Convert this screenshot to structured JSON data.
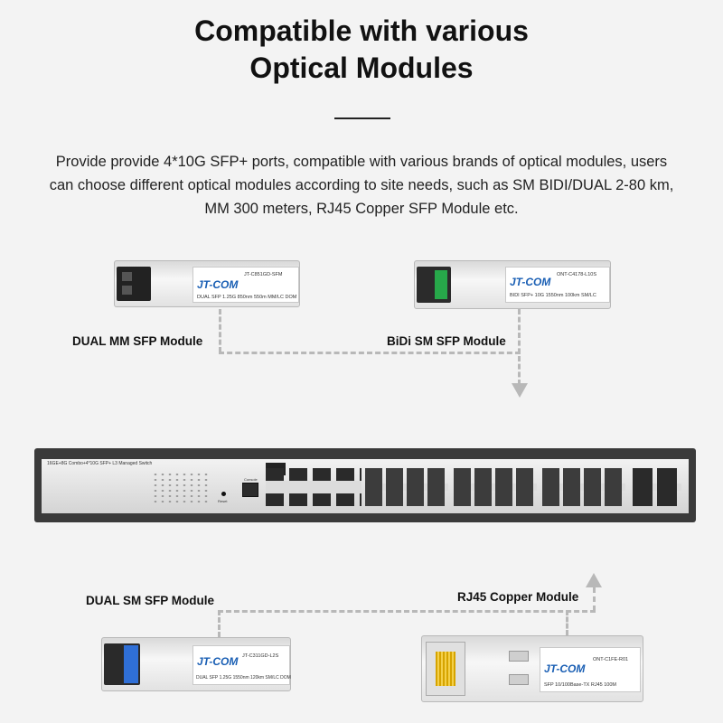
{
  "heading": {
    "line1": "Compatible with various",
    "line2": "Optical Modules"
  },
  "description": "Provide provide 4*10G SFP+ ports, compatible with various brands of optical modules, users can choose different optical modules according to site needs, such as SM BIDI/DUAL 2-80 km, MM 300 meters, RJ45 Copper SFP Module etc.",
  "modules": {
    "dual_mm": {
      "label": "DUAL MM SFP Module",
      "brand": "JT-COM",
      "model": "JT-C851GD-SFM",
      "spec": "DUAL SFP 1.25G 850nm 550m MM/LC DOM"
    },
    "bidi_sm": {
      "label": "BiDi SM SFP Module",
      "brand": "JT-COM",
      "model": "ONT-C4178-L10S",
      "spec": "BIDI SFP+ 10G 1550nm 100km SM/LC"
    },
    "dual_sm": {
      "label": "DUAL SM SFP Module",
      "brand": "JT-COM",
      "model": "JT-C311GD-L2S",
      "spec": "DUAL SFP 1.25G 1550nm 120km SM/LC DOM"
    },
    "rj45": {
      "label": "RJ45 Copper Module",
      "brand": "JT-COM",
      "model": "ONT-C1FE-R01",
      "spec": "SFP 10/100Base-TX RJ45 100M"
    }
  },
  "switch": {
    "model_text": "16GE+8G Combo+4*10G SFP+ L3 Managed Switch",
    "console_label": "Console",
    "reset_label": "Reset"
  },
  "colors": {
    "background": "#f3f3f3",
    "brand_blue": "#1a5fb4",
    "arrow_gray": "#b8b8b8",
    "switch_body": "#3a3a3a"
  }
}
